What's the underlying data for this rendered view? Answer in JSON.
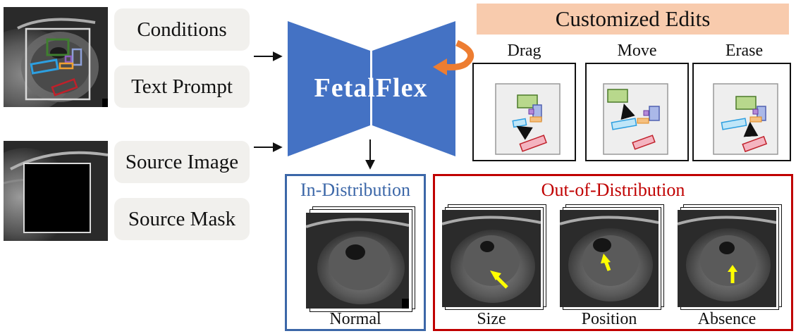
{
  "inputs": {
    "conditions": "Conditions",
    "text_prompt": "Text Prompt",
    "source_image": "Source Image",
    "source_mask": "Source Mask"
  },
  "model": {
    "name": "FetalFlex",
    "color": "#4472c4"
  },
  "edits": {
    "header": "Customized Edits",
    "header_bg": "#f8cbad",
    "drag": "Drag",
    "move": "Move",
    "erase": "Erase"
  },
  "in_dist": {
    "title": "In-Distribution",
    "label": "Normal",
    "color": "#3c67a8"
  },
  "ood": {
    "title": "Out-of-Distribution",
    "color": "#c00000",
    "items": [
      {
        "label": "Size"
      },
      {
        "label": "Position"
      },
      {
        "label": "Absence"
      }
    ]
  },
  "colors": {
    "arrow_orange": "#ed7d31",
    "arrow_yellow": "#ffff00"
  }
}
